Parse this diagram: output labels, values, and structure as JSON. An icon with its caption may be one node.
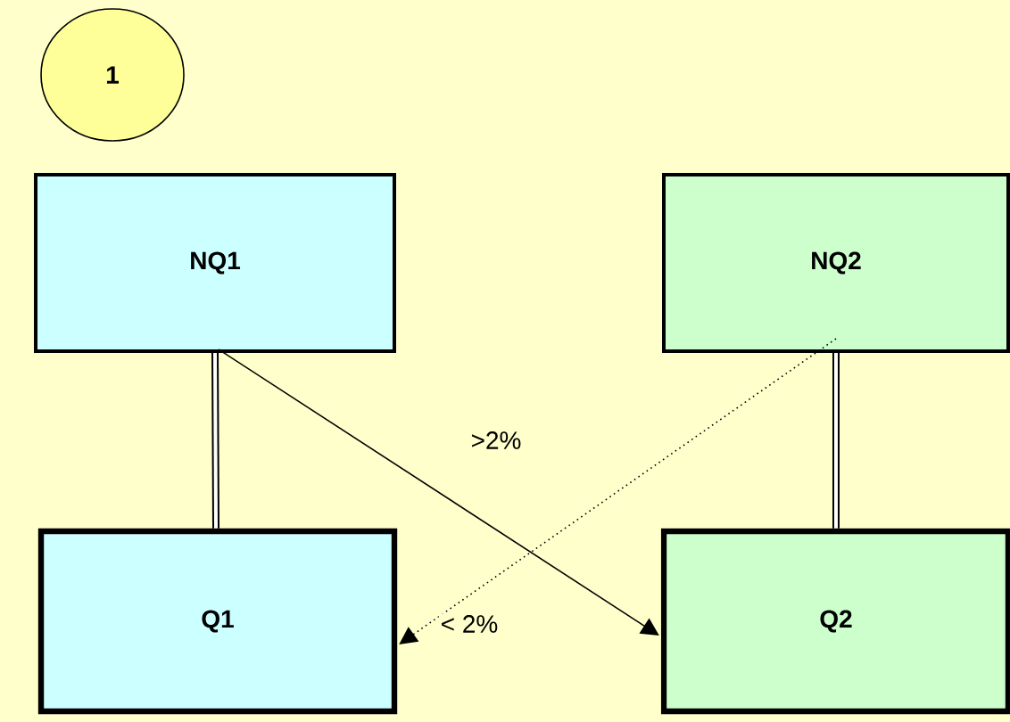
{
  "diagram": {
    "nodes": [
      {
        "text": [
          "1"
        ]
      },
      {
        "text": [
          "NQ1"
        ]
      },
      {
        "text": [
          "NQ2"
        ]
      },
      {
        "text": [
          "Q1"
        ]
      },
      {
        "text": [
          "Q2"
        ]
      }
    ],
    "edges": [
      {
        "from": 1,
        "to": 3,
        "arrow": "none",
        "style": "thick"
      },
      {
        "from": 2,
        "to": 4,
        "arrow": "none",
        "style": "thick"
      },
      {
        "from": 1,
        "to": 4,
        "arrow": "to",
        "label": ">2%"
      },
      {
        "from": 2,
        "to": 3,
        "arrow": "to",
        "label": "< 2%",
        "style": "dashed"
      }
    ]
  }
}
